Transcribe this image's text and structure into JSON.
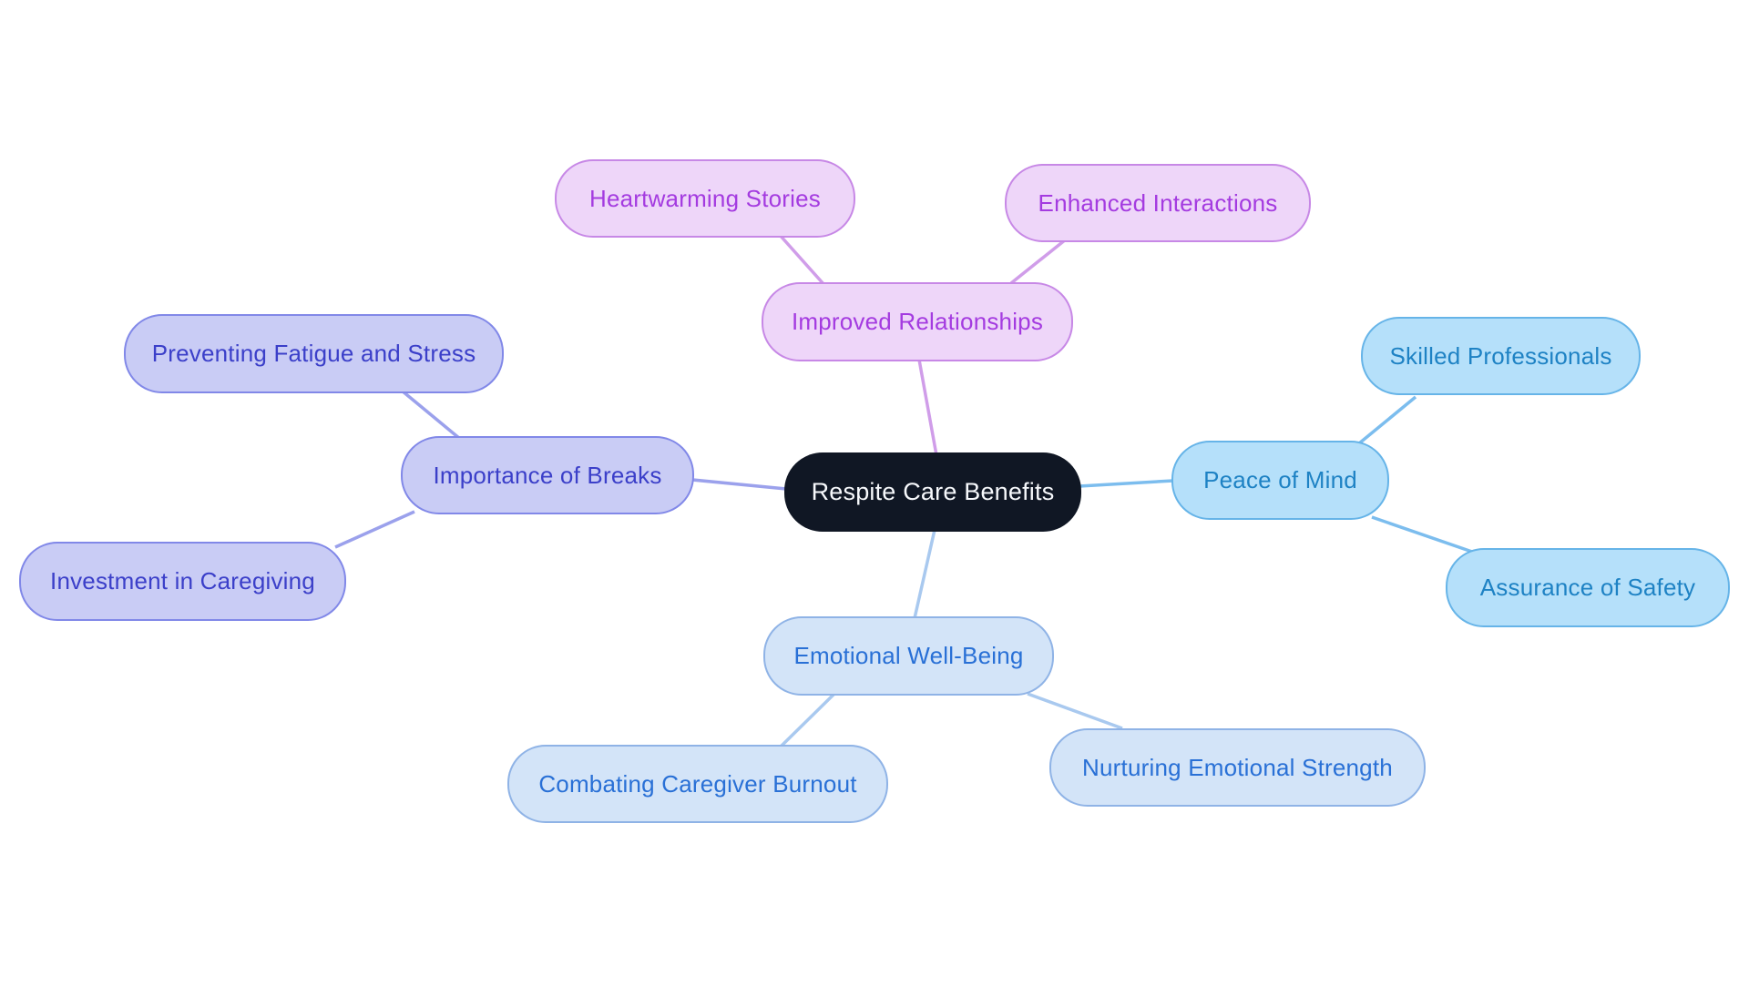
{
  "page": {
    "background": "#ffffff",
    "diagram_type": "mindmap"
  },
  "mindmap": {
    "center": {
      "label": "Respite Care Benefits",
      "fill": "#101724",
      "text_color": "#f7f9fc"
    },
    "branches": [
      {
        "label": "Improved Relationships",
        "theme": {
          "fill": "#eed6f9",
          "border": "#c788e6",
          "text": "#a43be0",
          "edge": "#d09de9"
        },
        "children": [
          "Heartwarming Stories",
          "Enhanced Interactions"
        ]
      },
      {
        "label": "Importance of Breaks",
        "theme": {
          "fill": "#c9ccf5",
          "border": "#8188e8",
          "text": "#3b3fc9",
          "edge": "#9ba1ec"
        },
        "children": [
          "Preventing Fatigue and Stress",
          "Investment in Caregiving"
        ]
      },
      {
        "label": "Peace of Mind",
        "theme": {
          "fill": "#b5e0fa",
          "border": "#66b4e8",
          "text": "#1e82c4",
          "edge": "#7cbdee"
        },
        "children": [
          "Skilled Professionals",
          "Assurance of Safety"
        ]
      },
      {
        "label": "Emotional Well-Being",
        "theme": {
          "fill": "#d3e4f8",
          "border": "#8fb3e6",
          "text": "#2970d6",
          "edge": "#a9c9ef"
        },
        "children": [
          "Combating Caregiver Burnout",
          "Nurturing Emotional Strength"
        ]
      }
    ]
  }
}
